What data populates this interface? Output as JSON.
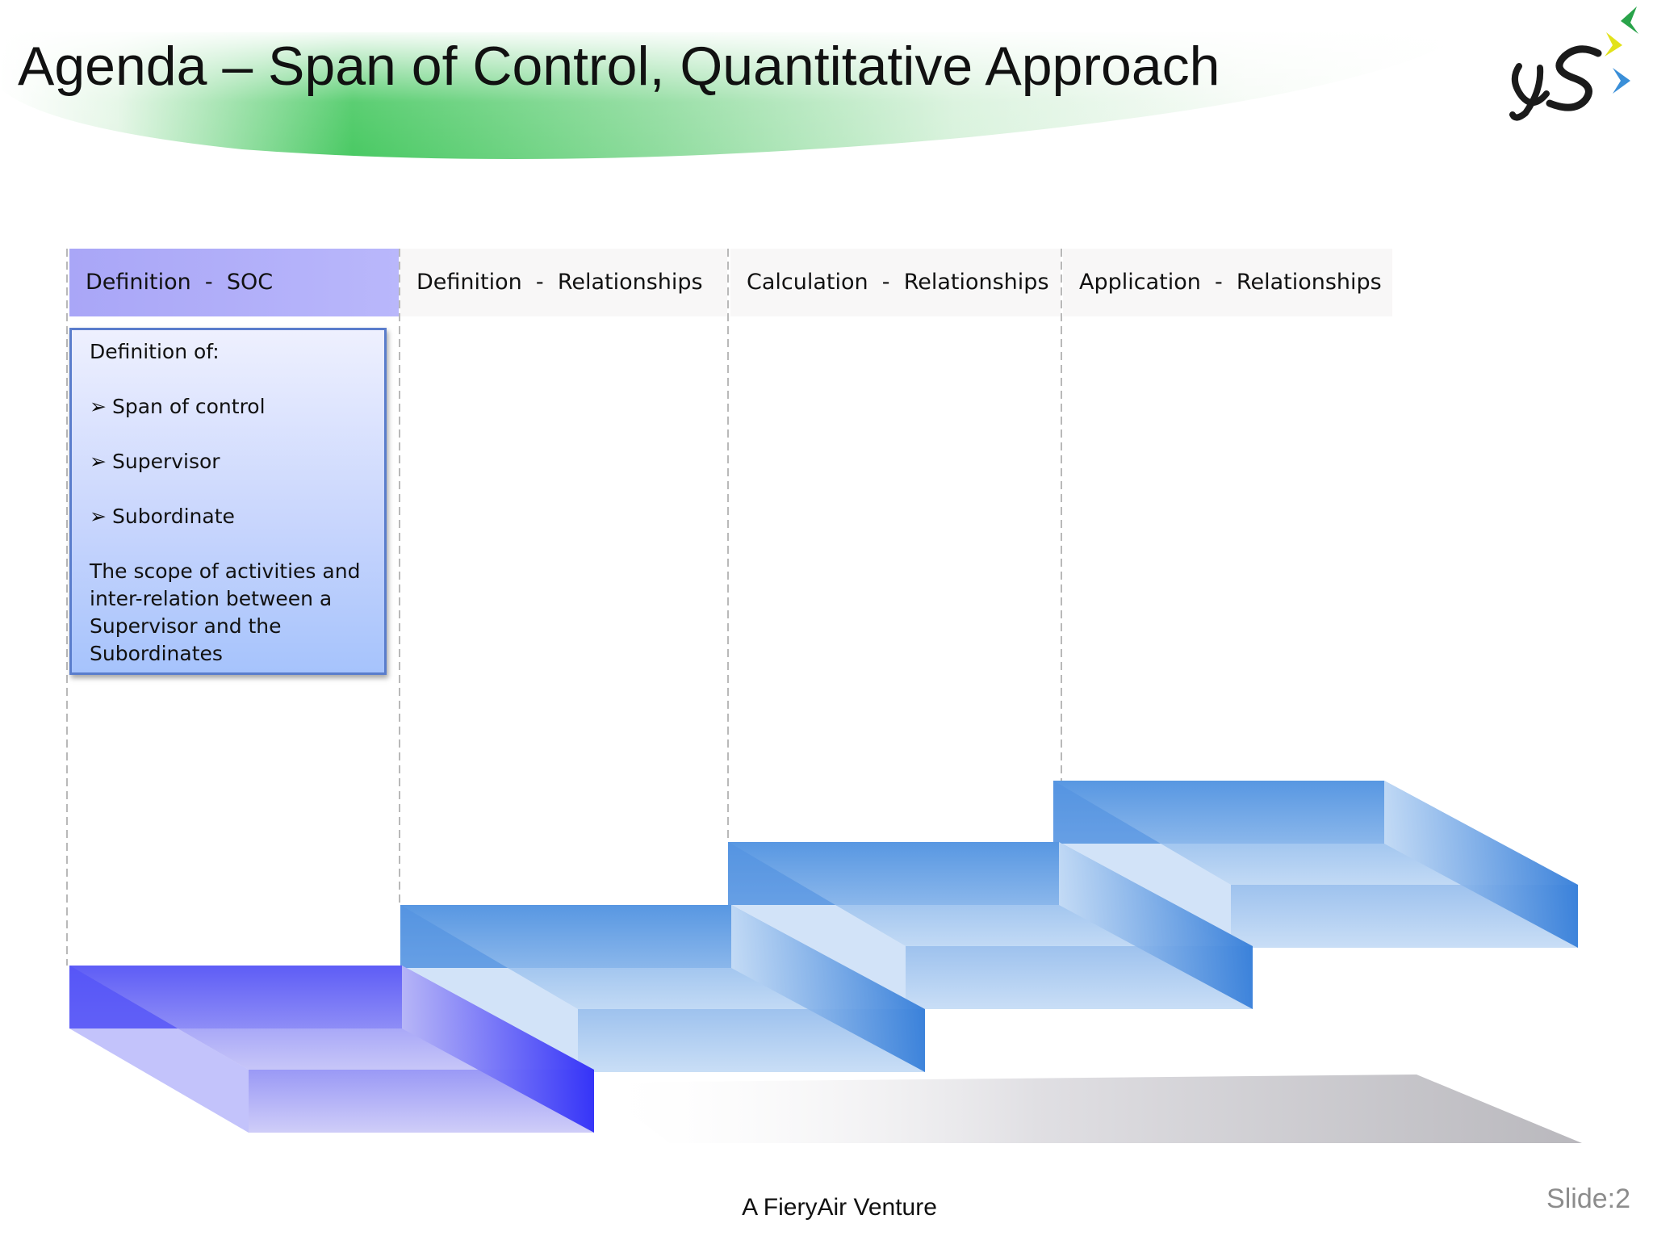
{
  "slide": {
    "title": "Agenda – Span of Control, Quantitative Approach",
    "footer": "A FieryAir Venture",
    "slide_number": "Slide:2"
  },
  "columns": [
    {
      "label": "Definition  -  SOC",
      "active": true
    },
    {
      "label": "Definition  -  Relationships",
      "active": false
    },
    {
      "label": "Calculation  -  Relationships",
      "active": false
    },
    {
      "label": "Application  -  Relationships",
      "active": false
    }
  ],
  "info_box": {
    "heading": "Definition of:",
    "bullets": [
      "Span of control",
      "Supervisor",
      "Subordinate"
    ],
    "description": "The scope of activities and inter-relation between a Supervisor and the Subordinates"
  },
  "icons": {
    "bullet": "arrowhead-bullet-icon",
    "logo": "ys-logo-icon"
  },
  "colors": {
    "title_band_green": "#3cc65a",
    "active_step": "#3a3af8",
    "inactive_step": "#3d86df",
    "active_header": "#aaa7f7",
    "info_box_border": "#5a7dcc"
  }
}
